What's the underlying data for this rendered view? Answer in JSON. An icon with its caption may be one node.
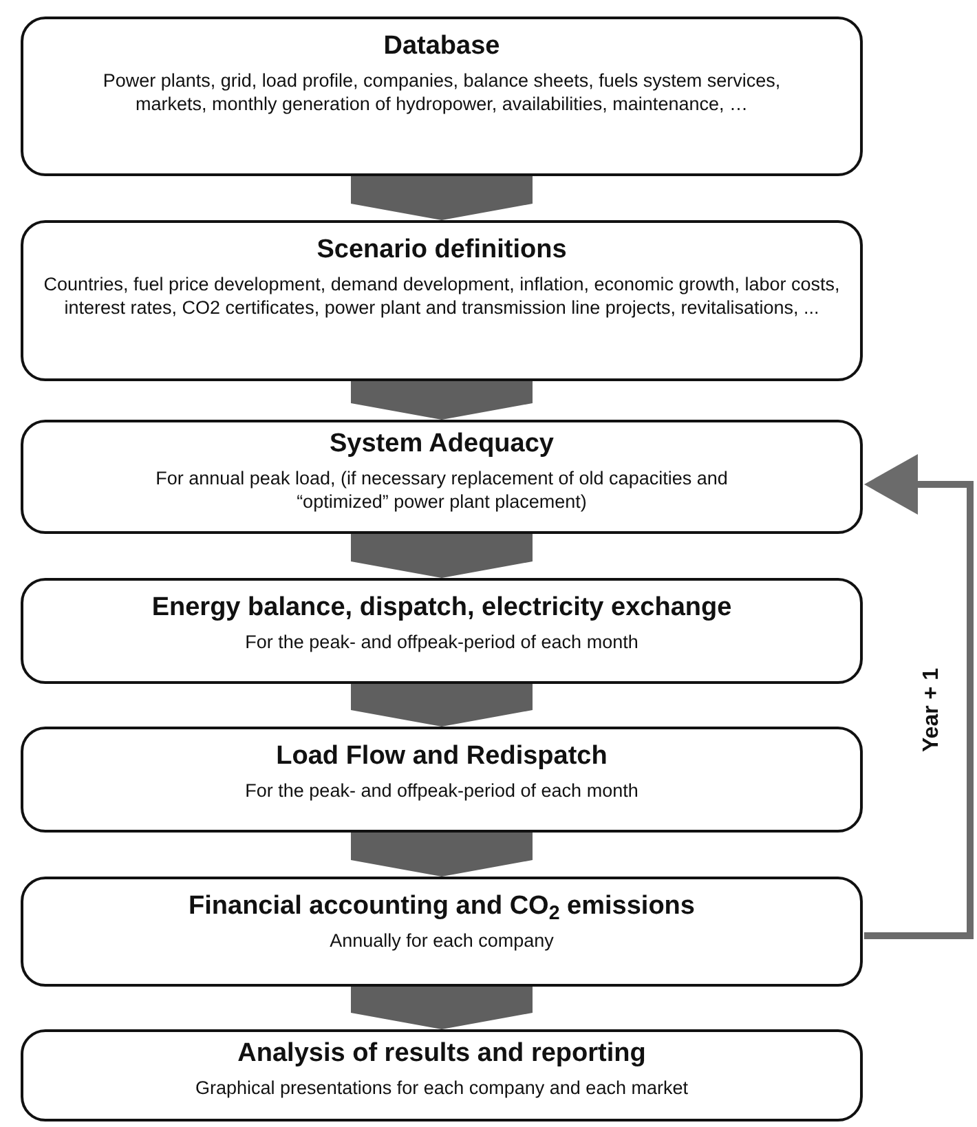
{
  "diagram": {
    "nodes": [
      {
        "text": [
          "Database",
          "Power plants, grid, load profile, companies, balance sheets, fuels system services, markets, monthly generation of hydropower, availabilities, maintenance, …"
        ]
      },
      {
        "text": [
          "Scenario definitions",
          "Countries, fuel price development, demand development, inflation, economic growth, labor costs, interest rates, CO2 certificates, power plant and transmission line projects, revitalisations, ..."
        ]
      },
      {
        "text": [
          "System Adequacy",
          "For annual peak load, (if necessary replacement of old capacities and “optimized” power plant placement)"
        ]
      },
      {
        "text": [
          "Energy balance, dispatch, electricity exchange",
          "For the peak- and offpeak-period of each month"
        ]
      },
      {
        "text": [
          "Load Flow and Redispatch",
          "For the peak- and offpeak-period of each month"
        ]
      },
      {
        "text": [
          "Financial accounting and CO$_{2}$ emissions",
          "Annually for each company"
        ]
      },
      {
        "text": [
          "Analysis of results and reporting",
          "Graphical presentations for each company and each market"
        ]
      }
    ],
    "edges": [
      {
        "from": 0,
        "to": 1,
        "arrow": "to",
        "style": "thick"
      },
      {
        "from": 1,
        "to": 2,
        "arrow": "to",
        "style": "thick"
      },
      {
        "from": 2,
        "to": 3,
        "arrow": "to",
        "style": "thick"
      },
      {
        "from": 3,
        "to": 4,
        "arrow": "to",
        "style": "thick"
      },
      {
        "from": 4,
        "to": 5,
        "arrow": "to",
        "style": "thick"
      },
      {
        "from": 5,
        "to": 6,
        "arrow": "to",
        "style": "thick"
      },
      {
        "from": 5,
        "to": 2,
        "arrow": "to",
        "label": "Year + 1"
      }
    ]
  }
}
